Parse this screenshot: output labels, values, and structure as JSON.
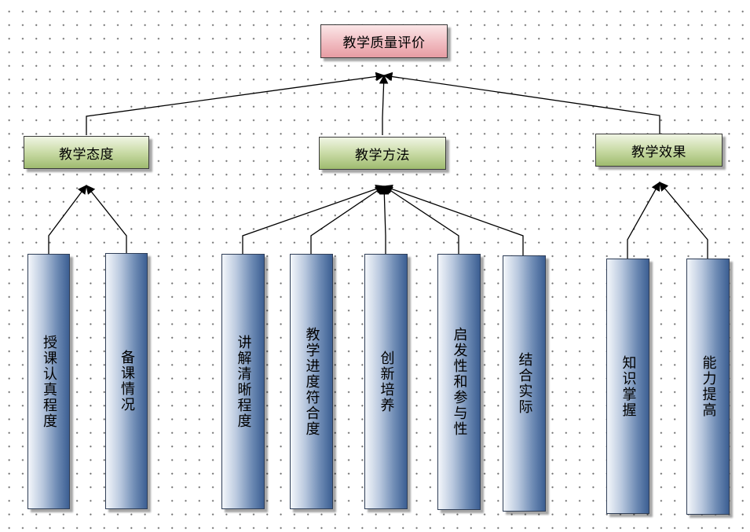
{
  "root": {
    "label": "教学质量评价"
  },
  "categories": [
    {
      "label": "教学态度",
      "items": [
        {
          "label": "授课认真程度"
        },
        {
          "label": "备课情况"
        }
      ]
    },
    {
      "label": "教学方法",
      "items": [
        {
          "label": "讲解清晰程度"
        },
        {
          "label": "教学进度符合度"
        },
        {
          "label": "创新培养"
        },
        {
          "label": "启发性和参与性"
        },
        {
          "label": "结合实际"
        }
      ]
    },
    {
      "label": "教学效果",
      "items": [
        {
          "label": "知识掌握"
        },
        {
          "label": "能力提高"
        }
      ]
    }
  ],
  "colors": {
    "root_fill": "#f1bcc1",
    "category_fill": "#c9dba6",
    "leaf_fill": "#6f8cb5",
    "connector": "#000000"
  }
}
